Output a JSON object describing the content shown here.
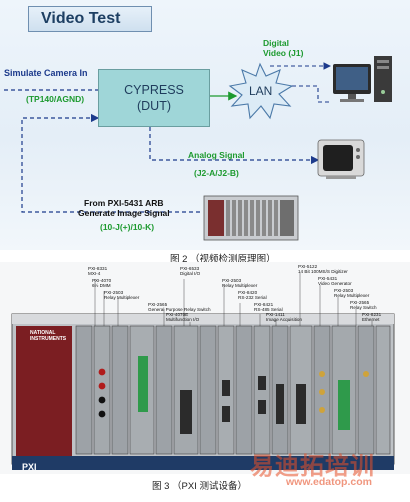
{
  "figure1": {
    "title": "Video Test",
    "simulate_label": "Simulate Camera In",
    "tp_label": "(TP140/AGND)",
    "dut_line1": "CYPRESS",
    "dut_line2": "(DUT)",
    "lan_label": "LAN",
    "digital_video_line1": "Digital",
    "digital_video_line2": "Video (J1)",
    "analog_signal": "Analog Signal",
    "analog_pins": "(J2-A/J2-B)",
    "from_pxi_line1": "From PXI-5431 ARB",
    "from_pxi_line2": "Generate Image Signal",
    "pxi_pins": "(10-J(+)/10-K)",
    "caption": "图 2 （视频检测原理图）"
  },
  "figure2": {
    "callouts": {
      "c1": [
        "PXI-8331",
        "MXI-4"
      ],
      "c2": [
        "PXI-4070",
        "6½ DMM"
      ],
      "c3": [
        "PXI-2503",
        "Relay Multiplexer"
      ],
      "c4": [
        "PXI-2565",
        "General Purpose Relay Switch"
      ],
      "c5": [
        "PXI-6533",
        "Digital I/O"
      ],
      "c6": [
        "PXI-4070E",
        "Multifunction I/O"
      ],
      "c7": [
        "PXI-2503",
        "Relay Multiplexer"
      ],
      "c8": [
        "PXI-8420",
        "RS-232 Serial"
      ],
      "c9": [
        "PXI-8421",
        "RS-485 Serial"
      ],
      "c10": [
        "PXI-1411",
        "Image Acquisition"
      ],
      "c11": [
        "PXI-5122",
        "14 Bit 100MS/S Digitizer"
      ],
      "c12": [
        "PXI-5431",
        "Video Generator"
      ],
      "c13": [
        "PXI-2503",
        "Relay Multiplexer"
      ],
      "c14": [
        "PXI-2565",
        "Relay Switch"
      ],
      "c15": [
        "PXI-8231",
        "Ethernet"
      ]
    },
    "logo": [
      "NATIONAL",
      "INSTRUMENTS"
    ],
    "chassis_label": "PXI",
    "caption": "图 3 （PXI 测试设备）"
  },
  "watermark": {
    "cn": "易迪拓培训",
    "url": "www.edatop.com"
  }
}
